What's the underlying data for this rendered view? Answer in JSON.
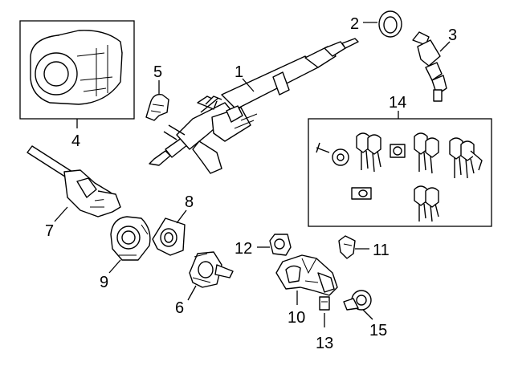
{
  "diagram": {
    "callouts": {
      "c1": "1",
      "c2": "2",
      "c3": "3",
      "c4": "4",
      "c5": "5",
      "c6": "6",
      "c7": "7",
      "c8": "8",
      "c9": "9",
      "c10": "10",
      "c11": "11",
      "c12": "12",
      "c13": "13",
      "c14": "14",
      "c15": "15"
    },
    "parts": [
      {
        "id": "1",
        "icon": "steering-column-icon"
      },
      {
        "id": "2",
        "icon": "ring-icon"
      },
      {
        "id": "3",
        "icon": "lock-cylinder-icon"
      },
      {
        "id": "4",
        "icon": "column-cover-icon"
      },
      {
        "id": "5",
        "icon": "bracket-icon"
      },
      {
        "id": "6",
        "icon": "combination-switch-icon"
      },
      {
        "id": "7",
        "icon": "turn-signal-switch-icon"
      },
      {
        "id": "8",
        "icon": "sensor-icon"
      },
      {
        "id": "9",
        "icon": "clock-spring-icon"
      },
      {
        "id": "10",
        "icon": "lock-housing-icon"
      },
      {
        "id": "11",
        "icon": "switch-icon"
      },
      {
        "id": "12",
        "icon": "ignition-switch-icon"
      },
      {
        "id": "13",
        "icon": "connector-icon"
      },
      {
        "id": "14",
        "icon": "key-set-icon"
      },
      {
        "id": "15",
        "icon": "key-ring-icon"
      }
    ]
  }
}
